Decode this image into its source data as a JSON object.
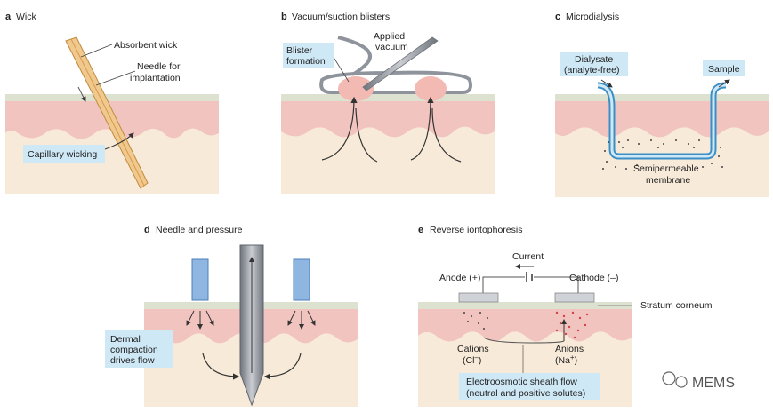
{
  "panels": {
    "a": {
      "letter": "a",
      "title": "Wick",
      "absorbent_wick": "Absorbent wick",
      "needle_line1": "Needle for",
      "needle_line2": "implantation",
      "capillary": "Capillary wicking"
    },
    "b": {
      "letter": "b",
      "title": "Vacuum/suction blisters",
      "applied_line1": "Applied",
      "applied_line2": "vacuum",
      "blister_line1": "Blister",
      "blister_line2": "formation"
    },
    "c": {
      "letter": "c",
      "title": "Microdialysis",
      "dialysate_line1": "Dialysate",
      "dialysate_line2": "(analyte-free)",
      "sample": "Sample",
      "membrane_line1": "Semipermeable",
      "membrane_line2": "membrane"
    },
    "d": {
      "letter": "d",
      "title": "Needle and pressure",
      "dermal_line1": "Dermal",
      "dermal_line2": "compaction",
      "dermal_line3": "drives flow"
    },
    "e": {
      "letter": "e",
      "title": "Reverse iontophoresis",
      "current": "Current",
      "anode": "Anode (+)",
      "cathode": "Cathode (–)",
      "stratum": "Stratum corneum",
      "cations_line1": "Cations",
      "cations_line2": "(Cl",
      "cations_sup": "–",
      "cations_end": ")",
      "anions_line1": "Anions",
      "anions_line2": "(Na",
      "anions_sup": "+",
      "anions_end": ")",
      "eo_line1": "Electroosmotic sheath flow",
      "eo_line2": "(neutral and positive solutes)"
    }
  },
  "watermark": "MEMS",
  "colors": {
    "dermis": "#f2c4c0",
    "dermis_light": "#f7d9d4",
    "epidermis": "#f9dcd6",
    "subdermis": "#f8ead8",
    "stratum": "#dde2d0",
    "callout": "#cfe8f6",
    "needle": "#8f949c",
    "tube_blue": "#3b8fc6",
    "electrode": "#cfd3d8"
  }
}
